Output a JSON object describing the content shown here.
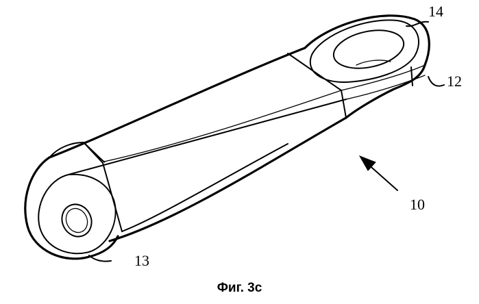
{
  "figure": {
    "caption": "Фиг. 3с"
  },
  "labels": {
    "part_10": "10",
    "part_12": "12",
    "part_13": "13",
    "part_14": "14"
  }
}
